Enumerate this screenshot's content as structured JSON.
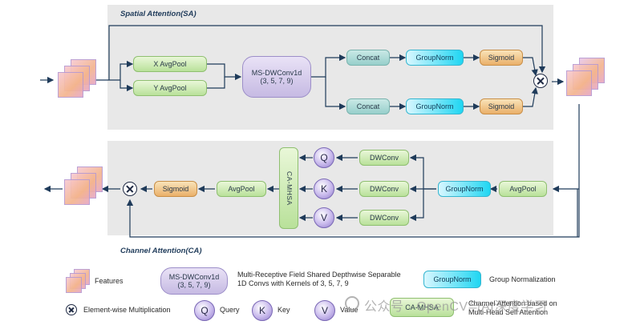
{
  "sa": {
    "title": "Spatial Attention(SA)",
    "x_avgpool": "X AvgPool",
    "y_avgpool": "Y AvgPool",
    "ms_line1": "MS-DWConv1d",
    "ms_line2": "(3, 5, 7, 9)",
    "concat": "Concat",
    "groupnorm": "GroupNorm",
    "sigmoid": "Sigmoid"
  },
  "ca": {
    "title": "Channel Attention(CA)",
    "avgpool": "AvgPool",
    "groupnorm": "GroupNorm",
    "dwconv": "DWConv",
    "q": "Q",
    "k": "K",
    "v": "V",
    "mhsa": "CA-MHSA",
    "sigmoid": "Sigmoid"
  },
  "legend": {
    "features": "Features",
    "ms_line1": "MS-DWConv1d",
    "ms_line2": "(3, 5, 7, 9)",
    "ms_desc_line1": "Multi-Receptive Field Shared Depthwise Separable",
    "ms_desc_line2": "1D Convs with Kernels of 3, 5, 7, 9",
    "groupnorm": "GroupNorm",
    "groupnorm_desc": "Group Normalization",
    "mult_desc": "Element-wise Multiplication",
    "q": "Q",
    "q_desc": "Query",
    "k": "K",
    "k_desc": "Key",
    "v": "V",
    "v_desc": "Value",
    "mhsa": "CA-MHSA",
    "mhsa_desc_line1": "Channel Attention based on",
    "mhsa_desc_line2": "Multi-Head Self Attention"
  },
  "watermark": "公众号 · OpenCV与AI深度学习",
  "colors": {
    "panel": "#e8e8e8",
    "arrow": "#1f3b5a",
    "cyan": "#1fd6f2",
    "lavender": "#c9bfe6"
  }
}
